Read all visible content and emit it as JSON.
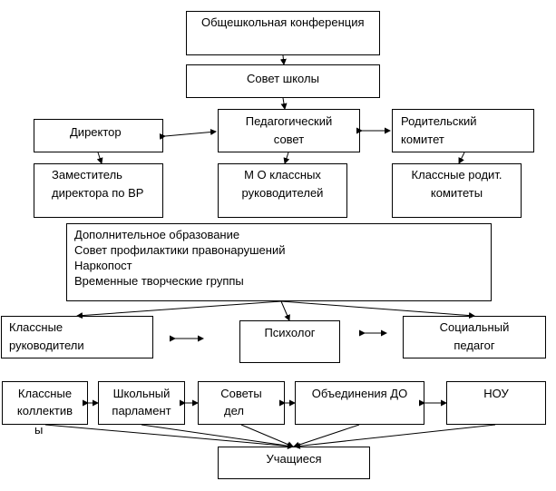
{
  "boxes": {
    "conference": "Общешкольная конференция",
    "school_council": "Совет школы",
    "director": "Директор",
    "ped_council": [
      "Педагогический",
      "совет"
    ],
    "parent_committee": [
      "Родительский",
      "комитет"
    ],
    "deputy_director": [
      "Заместитель",
      "директора по ВР"
    ],
    "mo_class_teachers": [
      "М О классных",
      "руководителей"
    ],
    "class_parent_committees": [
      "Классные родит.",
      "комитеты"
    ],
    "services": [
      "Дополнительное образование",
      "Совет профилактики правонарушений",
      "Наркопост",
      "Временные творческие группы"
    ],
    "class_teachers": [
      "Классные",
      "руководители"
    ],
    "psychologist": "Психолог",
    "social_pedagogue": [
      "Социальный",
      "педагог"
    ],
    "class_collectives": [
      "Классные",
      "коллектив",
      "ы"
    ],
    "school_parliament": [
      "Школьный",
      "парламент"
    ],
    "councils_of_affairs": [
      "Советы",
      "дел"
    ],
    "do_associations": "Объединения ДО",
    "nou": "НОУ",
    "students": "Учащиеся"
  },
  "colors": {
    "line": "#000000",
    "background": "#ffffff"
  }
}
